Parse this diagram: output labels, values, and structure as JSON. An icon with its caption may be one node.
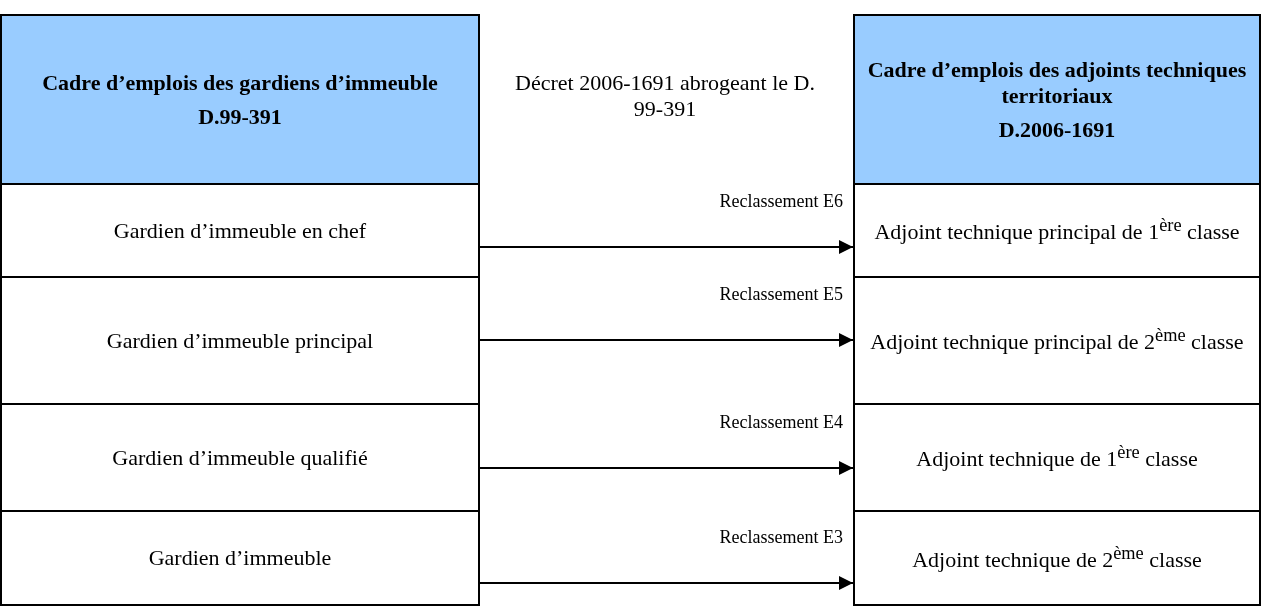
{
  "diagram": {
    "nodes": [
      {
        "text": [
          "Cadre d’emplois des gardiens d’immeuble",
          "D.99-391"
        ]
      },
      {
        "text": [
          "Gardien d’immeuble en chef"
        ]
      },
      {
        "text": [
          "Gardien d’immeuble principal"
        ]
      },
      {
        "text": [
          "Gardien d’immeuble qualifié"
        ]
      },
      {
        "text": [
          "Gardien d’immeuble"
        ]
      },
      {
        "text": [
          "Cadre d’emplois des adjoints techniques territoriaux",
          "D.2006-1691"
        ]
      },
      {
        "text": [
          "Adjoint technique principal de 1$^{ère}$ classe"
        ]
      },
      {
        "text": [
          "Adjoint technique principal de 2$^{ème}$ classe"
        ]
      },
      {
        "text": [
          "Adjoint technique de 1$^{ère}$ classe"
        ]
      },
      {
        "text": [
          "Adjoint technique de 2$^{ème}$ classe"
        ]
      }
    ],
    "edges": [
      {
        "from": 1,
        "to": 6,
        "arrow": "to",
        "label": "Reclassement E6"
      },
      {
        "from": 2,
        "to": 7,
        "arrow": "to",
        "label": "Reclassement E5"
      },
      {
        "from": 3,
        "to": 8,
        "arrow": "to",
        "label": "Reclassement E4"
      },
      {
        "from": 4,
        "to": 9,
        "arrow": "to",
        "label": "Reclassement E3"
      }
    ],
    "labels": [
      "Décret 2006-1691 abrogeant le D. 99-391"
    ]
  }
}
